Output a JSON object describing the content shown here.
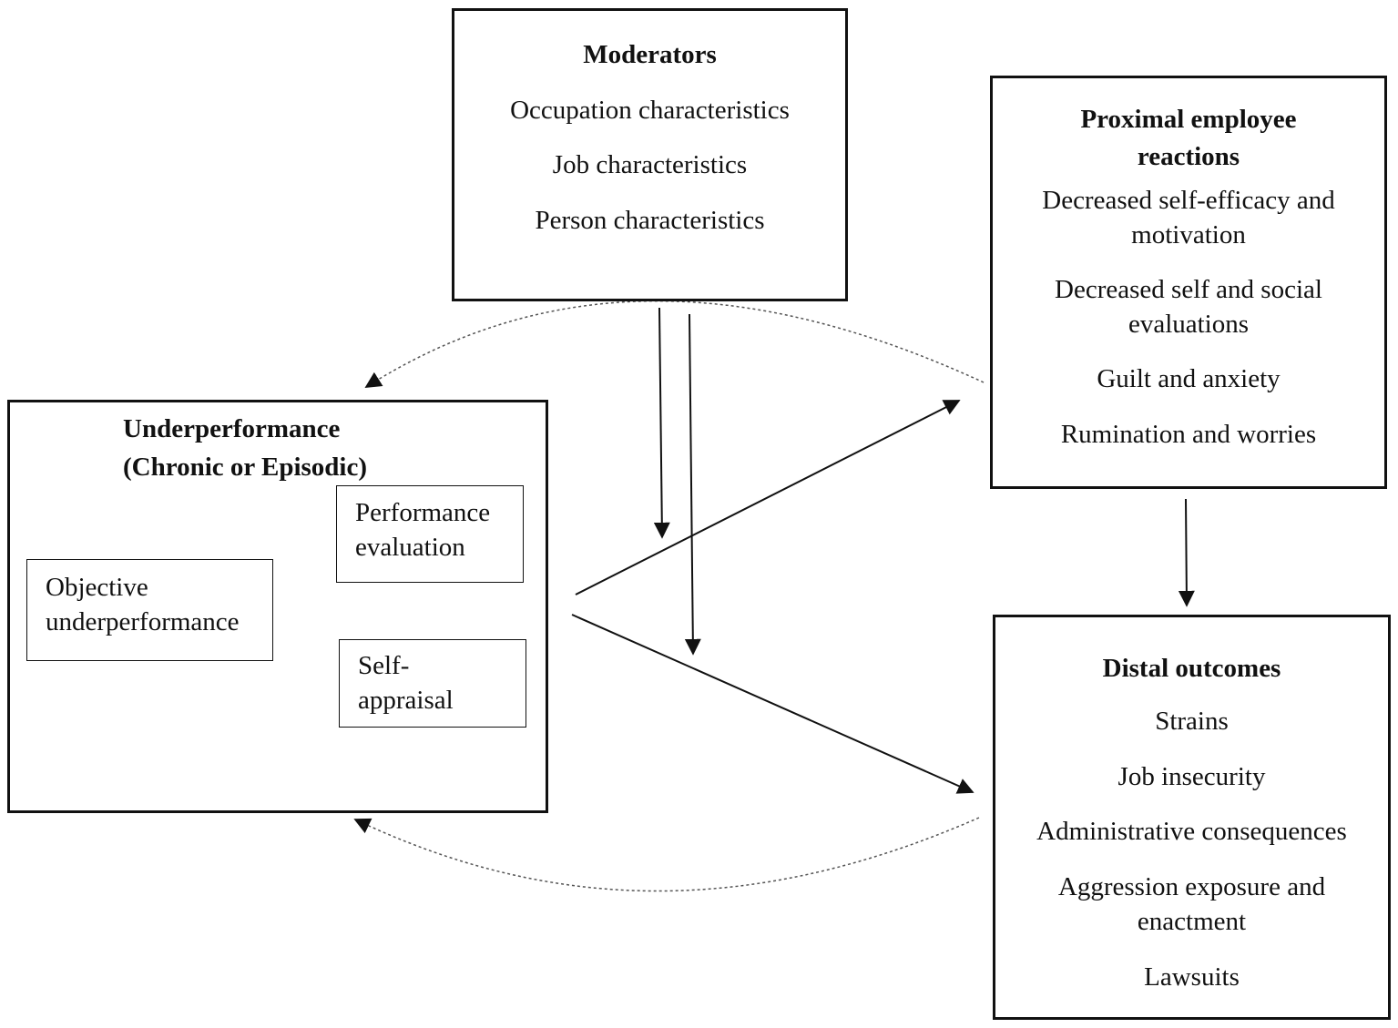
{
  "moderators": {
    "title": "Moderators",
    "items": [
      "Occupation characteristics",
      "Job characteristics",
      "Person characteristics"
    ]
  },
  "proximal": {
    "title_line1": "Proximal employee",
    "title_line2": "reactions",
    "items": [
      [
        "Decreased self-efficacy and",
        "motivation"
      ],
      [
        "Decreased self and social",
        "evaluations"
      ],
      [
        "Guilt and anxiety"
      ],
      [
        "Rumination and worries"
      ]
    ]
  },
  "underperformance": {
    "title_line1": "Underperformance",
    "title_line2": "(Chronic or Episodic)",
    "objective": [
      "Objective",
      "underperformance"
    ],
    "performance_evaluation": [
      "Performance",
      "evaluation"
    ],
    "self_appraisal": [
      "Self-",
      "appraisal"
    ]
  },
  "distal": {
    "title": "Distal outcomes",
    "items": [
      [
        "Strains"
      ],
      [
        "Job insecurity"
      ],
      [
        "Administrative consequences"
      ],
      [
        "Aggression exposure and",
        "enactment"
      ],
      [
        "Lawsuits"
      ]
    ]
  },
  "colors": {
    "stroke": "#111111",
    "dotted": "#555555",
    "background": "#ffffff"
  }
}
